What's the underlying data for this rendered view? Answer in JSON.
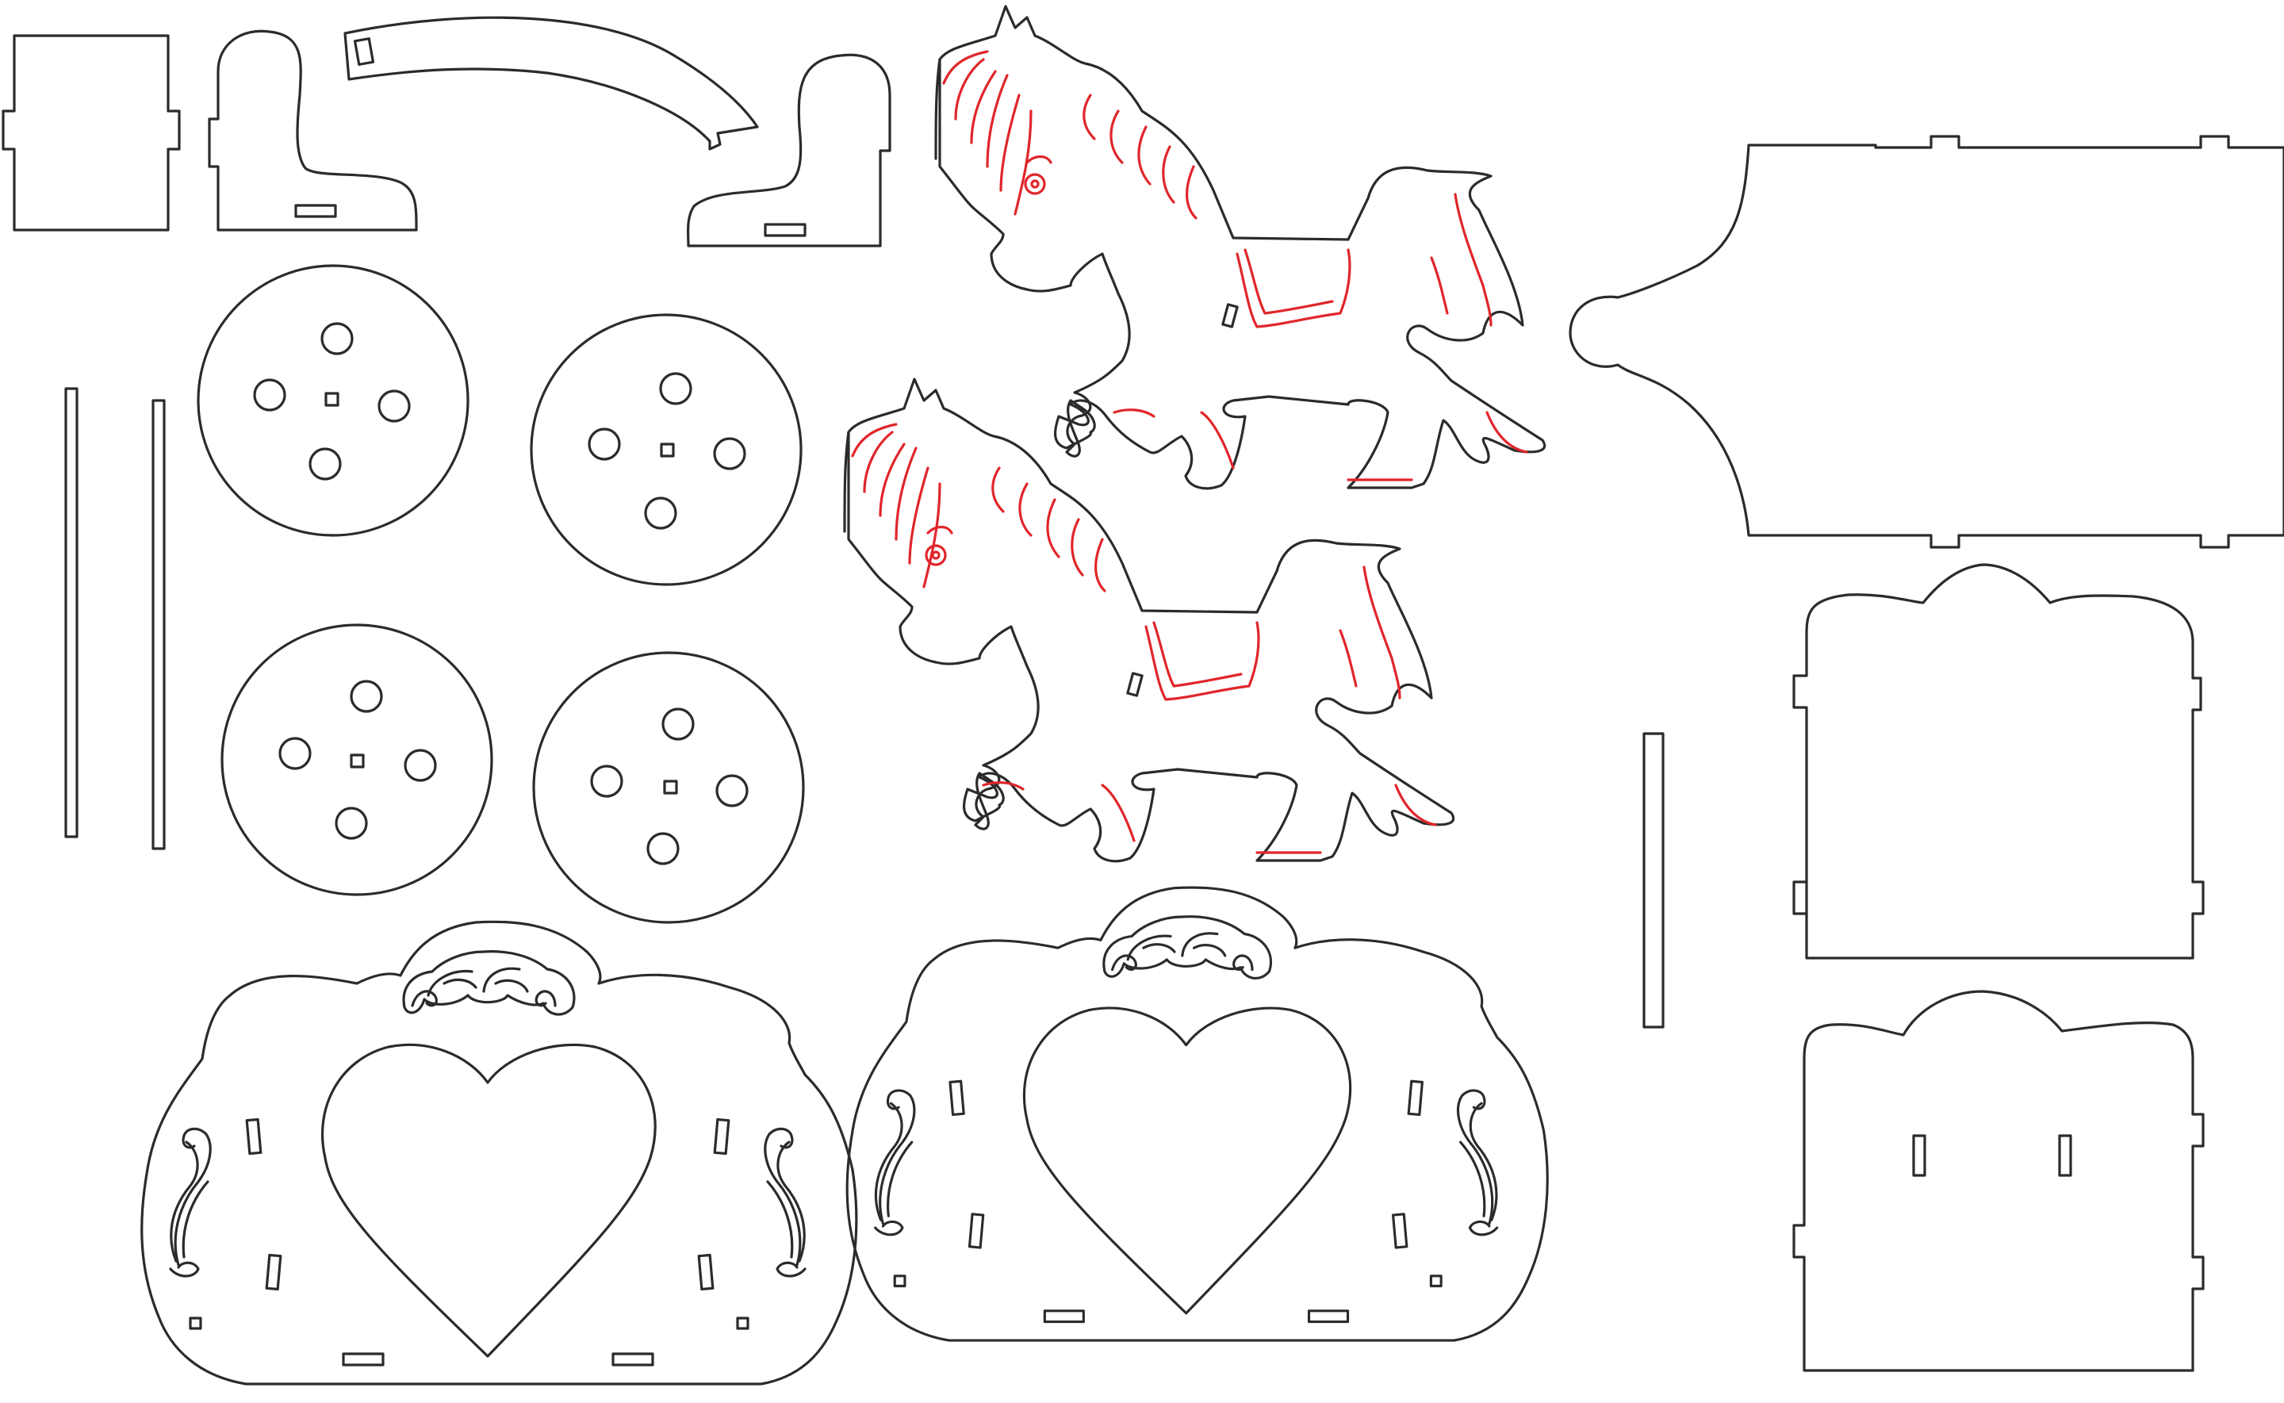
{
  "sheet": {
    "background_color": "#ffffff",
    "cut_line_color": "#2b2b2b",
    "engrave_line_color": "#e0262b"
  },
  "parts": [
    {
      "name": "end-panel-small"
    },
    {
      "name": "axle-support-left"
    },
    {
      "name": "curved-shaft"
    },
    {
      "name": "axle-support-right"
    },
    {
      "name": "horse-top"
    },
    {
      "name": "horse-bottom"
    },
    {
      "name": "wagon-floor"
    },
    {
      "name": "wheel-top-left"
    },
    {
      "name": "wheel-top-right"
    },
    {
      "name": "wheel-bottom-left"
    },
    {
      "name": "wheel-bottom-right"
    },
    {
      "name": "axle-rod-left"
    },
    {
      "name": "axle-rod-middle"
    },
    {
      "name": "axle-rod-right"
    },
    {
      "name": "side-panel-heart-left"
    },
    {
      "name": "side-panel-heart-right"
    },
    {
      "name": "front-panel"
    },
    {
      "name": "back-panel"
    }
  ]
}
